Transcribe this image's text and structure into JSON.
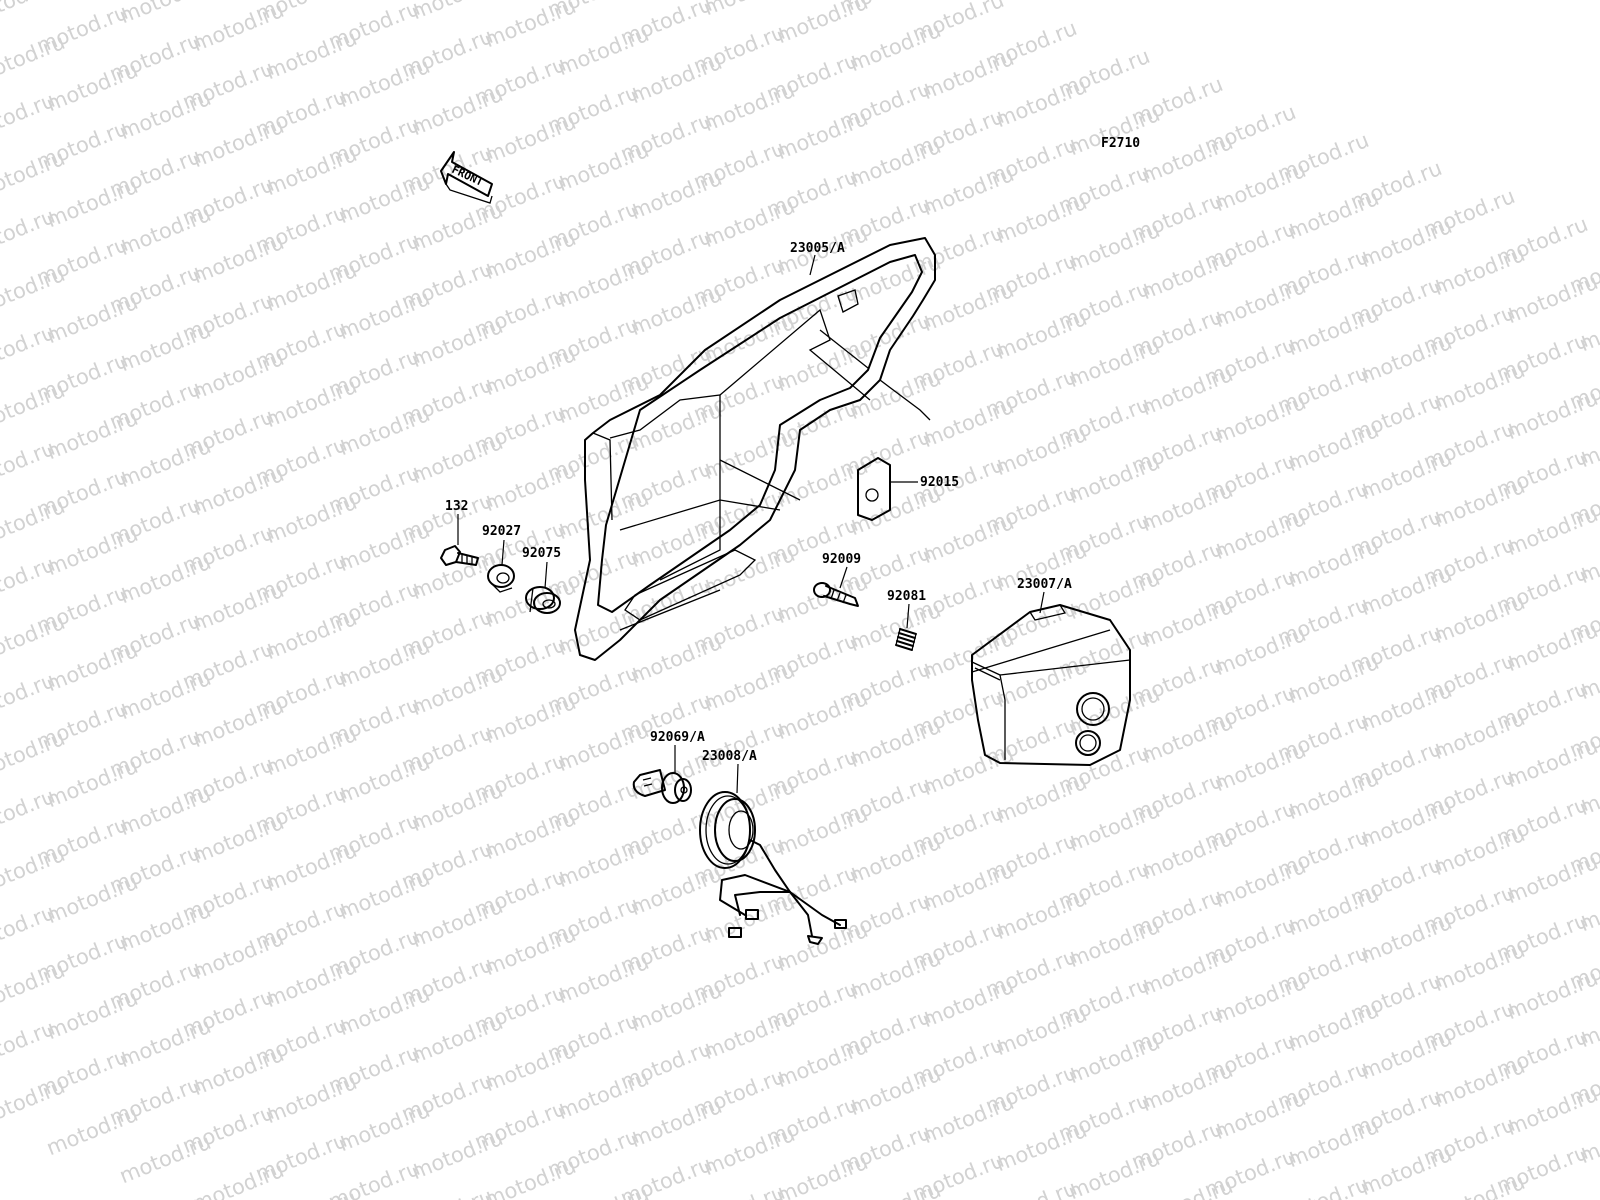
{
  "diagram": {
    "figure_code": "F2710",
    "direction_label": "FRONT",
    "watermark_text": "motod.ru",
    "parts": [
      {
        "id": "23005",
        "label": "23005/A",
        "icon": "side-cover-icon"
      },
      {
        "id": "92015",
        "label": "92015",
        "icon": "grommet-plate-icon"
      },
      {
        "id": "132",
        "label": "132",
        "icon": "bolt-icon"
      },
      {
        "id": "92027",
        "label": "92027",
        "icon": "collar-icon"
      },
      {
        "id": "92075",
        "label": "92075",
        "icon": "damper-icon"
      },
      {
        "id": "92009",
        "label": "92009",
        "icon": "screw-icon"
      },
      {
        "id": "92081",
        "label": "92081",
        "icon": "spring-icon"
      },
      {
        "id": "23007",
        "label": "23007/A",
        "icon": "lamp-housing-icon"
      },
      {
        "id": "92069",
        "label": "92069/A",
        "icon": "bulb-icon"
      },
      {
        "id": "23008",
        "label": "23008/A",
        "icon": "socket-harness-icon"
      }
    ]
  }
}
